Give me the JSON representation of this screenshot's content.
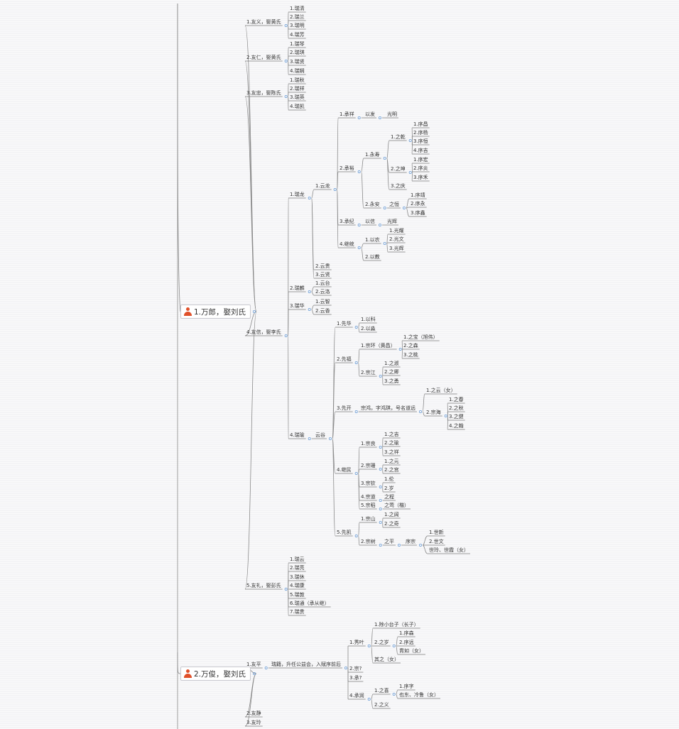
{
  "colors": {
    "line": "#8a8a8a",
    "underline": "#7d7d7d",
    "expander": "#6fa0d8",
    "person_icon": "#e0502a"
  },
  "roots": [
    {
      "id": "r1",
      "label": "1.万郎，娶刘氏",
      "icon": "person-icon"
    },
    {
      "id": "r2",
      "label": "2.万俊，娶刘氏",
      "icon": "person-icon"
    }
  ],
  "nodes": [
    {
      "id": "a1",
      "label": "1.友义，娶黄氏"
    },
    {
      "id": "a1c1",
      "label": "1.瑞清"
    },
    {
      "id": "a1c2",
      "label": "2.瑞兰"
    },
    {
      "id": "a1c3",
      "label": "3.瑞明"
    },
    {
      "id": "a1c4",
      "label": "4.瑞芳"
    },
    {
      "id": "a2",
      "label": "2.友仁，娶黄氏"
    },
    {
      "id": "a2c1",
      "label": "1.瑞琴"
    },
    {
      "id": "a2c2",
      "label": "2.瑞琪"
    },
    {
      "id": "a2c3",
      "label": "3.瑞贤"
    },
    {
      "id": "a2c4",
      "label": "4.瑞娴"
    },
    {
      "id": "a3",
      "label": "3.友忠，娶陈氏"
    },
    {
      "id": "a3c1",
      "label": "1.瑞秋"
    },
    {
      "id": "a3c2",
      "label": "2.瑞祥"
    },
    {
      "id": "a3c3",
      "label": "3.瑞英"
    },
    {
      "id": "a3c4",
      "label": "4.瑞凯"
    },
    {
      "id": "a4",
      "label": "4.友信，娶李氏"
    },
    {
      "id": "b1",
      "label": "1.瑞龙"
    },
    {
      "id": "b1c1",
      "label": "1.云龙"
    },
    {
      "id": "c1",
      "label": "1.承祥"
    },
    {
      "id": "c1a",
      "label": "以发"
    },
    {
      "id": "c1b",
      "label": "光明"
    },
    {
      "id": "c2",
      "label": "2.承裕"
    },
    {
      "id": "c2a",
      "label": "1.永寿"
    },
    {
      "id": "c2a1",
      "label": "1.之乾"
    },
    {
      "id": "g1",
      "label": "1.序昌"
    },
    {
      "id": "g2",
      "label": "2.序杨"
    },
    {
      "id": "g3",
      "label": "3.序恒"
    },
    {
      "id": "g4",
      "label": "4.序吉"
    },
    {
      "id": "c2a2",
      "label": "2.之坤"
    },
    {
      "id": "g5",
      "label": "1.序宏"
    },
    {
      "id": "g6",
      "label": "2.序炎"
    },
    {
      "id": "g7",
      "label": "3.序禾"
    },
    {
      "id": "c2a3",
      "label": "3.之庆"
    },
    {
      "id": "c2b",
      "label": "2.永安"
    },
    {
      "id": "c2b1",
      "label": "之恒"
    },
    {
      "id": "g8",
      "label": "1.序靖"
    },
    {
      "id": "g9",
      "label": "2.序永"
    },
    {
      "id": "g10",
      "label": "3.序鑫"
    },
    {
      "id": "c3",
      "label": "3.承纪"
    },
    {
      "id": "c3a",
      "label": "以信"
    },
    {
      "id": "c3b",
      "label": "光辉"
    },
    {
      "id": "c4",
      "label": "4.继统"
    },
    {
      "id": "c4a",
      "label": "1.以农"
    },
    {
      "id": "g11",
      "label": "1.光耀"
    },
    {
      "id": "g12",
      "label": "2.光文"
    },
    {
      "id": "g13",
      "label": "3.光辉"
    },
    {
      "id": "c4b",
      "label": "2.以教"
    },
    {
      "id": "b1c2",
      "label": "2.云贵"
    },
    {
      "id": "b1c3",
      "label": "3.云贤"
    },
    {
      "id": "b2",
      "label": "2.瑞麟"
    },
    {
      "id": "b2c1",
      "label": "1.云台"
    },
    {
      "id": "b2c2",
      "label": "2.云洛"
    },
    {
      "id": "b3",
      "label": "3.瑞华"
    },
    {
      "id": "b3c1",
      "label": "1.云智"
    },
    {
      "id": "b3c2",
      "label": "2.云香"
    },
    {
      "id": "b4",
      "label": "4.瑞瑜"
    },
    {
      "id": "b4a",
      "label": "云谷"
    },
    {
      "id": "d1",
      "label": "1.先华"
    },
    {
      "id": "d1a",
      "label": "1.以科"
    },
    {
      "id": "d1b",
      "label": "2.以淼"
    },
    {
      "id": "d2",
      "label": "2.先福"
    },
    {
      "id": "d2a",
      "label": "1.宗环（黄昌）"
    },
    {
      "id": "e1",
      "label": "1.之宝（旭伟）"
    },
    {
      "id": "e2",
      "label": "2.之森"
    },
    {
      "id": "e3",
      "label": "3.之桃"
    },
    {
      "id": "d2b",
      "label": "2.宗江"
    },
    {
      "id": "e4",
      "label": "1.之淑"
    },
    {
      "id": "e5",
      "label": "2.之卿"
    },
    {
      "id": "e6",
      "label": "3.之勇"
    },
    {
      "id": "d3",
      "label": "3.先开"
    },
    {
      "id": "d3a",
      "label": "宗鸿，字鸿琪，号名道远"
    },
    {
      "id": "e7",
      "label": "1.之云（女）"
    },
    {
      "id": "d3b",
      "label": "2.宗海"
    },
    {
      "id": "e8",
      "label": "1.之春"
    },
    {
      "id": "e9",
      "label": "2.之秋"
    },
    {
      "id": "e10",
      "label": "3.之健"
    },
    {
      "id": "e11",
      "label": "4.之翰"
    },
    {
      "id": "d4",
      "label": "4.继民"
    },
    {
      "id": "d4a",
      "label": "1.宗良"
    },
    {
      "id": "e12",
      "label": "1.之吉"
    },
    {
      "id": "e13",
      "label": "2.之瑜"
    },
    {
      "id": "e14",
      "label": "3.之祥"
    },
    {
      "id": "d4b",
      "label": "2.宗珊"
    },
    {
      "id": "e15",
      "label": "1.之元"
    },
    {
      "id": "e16",
      "label": "2.之宫"
    },
    {
      "id": "d4c",
      "label": "3.宗钦"
    },
    {
      "id": "e17",
      "label": "1.伦"
    },
    {
      "id": "e18",
      "label": "2.岁"
    },
    {
      "id": "d4d",
      "label": "4.宗道"
    },
    {
      "id": "e19",
      "label": "之程"
    },
    {
      "id": "d4e",
      "label": "5.宗稻"
    },
    {
      "id": "e20",
      "label": "之莺（楷）"
    },
    {
      "id": "d5",
      "label": "5.先凯"
    },
    {
      "id": "d5a",
      "label": "1.宗山"
    },
    {
      "id": "e21",
      "label": "1.之阔"
    },
    {
      "id": "e22",
      "label": "2.之奇"
    },
    {
      "id": "d5b",
      "label": "2.宗树"
    },
    {
      "id": "e23",
      "label": "之平"
    },
    {
      "id": "e24",
      "label": "序宗"
    },
    {
      "id": "f1",
      "label": "1.世新"
    },
    {
      "id": "f2",
      "label": "2.世文"
    },
    {
      "id": "f3",
      "label": "世玲、世霞（女）"
    },
    {
      "id": "a5",
      "label": "5.友礼，娶彭氏"
    },
    {
      "id": "a5c1",
      "label": "1.瑞云"
    },
    {
      "id": "a5c2",
      "label": "2.瑞亮"
    },
    {
      "id": "a5c3",
      "label": "3.瑞休"
    },
    {
      "id": "a5c4",
      "label": "4.瑞康"
    },
    {
      "id": "a5c5",
      "label": "5.瑞敦"
    },
    {
      "id": "a5c6",
      "label": "6.瑞通（承从继）"
    },
    {
      "id": "a5c7",
      "label": "7.瑞贵"
    },
    {
      "id": "h1",
      "label": "1.友平"
    },
    {
      "id": "h1a",
      "label": "瑞籍，升任公益会，入赋序前后"
    },
    {
      "id": "i1",
      "label": "1.秀叶"
    },
    {
      "id": "j1",
      "label": "1.除小台子（长子）"
    },
    {
      "id": "j2",
      "label": "2.之岁"
    },
    {
      "id": "k1",
      "label": "1.序森"
    },
    {
      "id": "k2",
      "label": "2.序远"
    },
    {
      "id": "k3",
      "label": "胄如（女）"
    },
    {
      "id": "j3",
      "label": "其之（女）"
    },
    {
      "id": "i2",
      "label": "2.宗?"
    },
    {
      "id": "i3",
      "label": "3.承?"
    },
    {
      "id": "i4",
      "label": "4.承润"
    },
    {
      "id": "j4",
      "label": "1.之喜"
    },
    {
      "id": "k4",
      "label": "1.序字"
    },
    {
      "id": "k5",
      "label": "也东、冷鲁（女）"
    },
    {
      "id": "j5",
      "label": "2.之义"
    },
    {
      "id": "h2",
      "label": "2.友静"
    },
    {
      "id": "h3",
      "label": "3.友玲"
    }
  ]
}
